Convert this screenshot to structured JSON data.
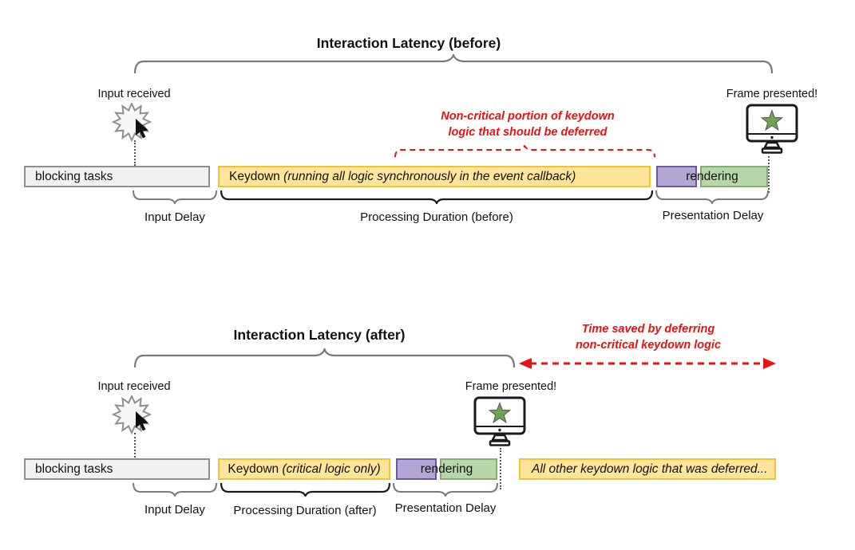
{
  "colors": {
    "accent_red": "#e51313",
    "yellow_fill": "#ffe599",
    "yellow_border": "#f1c232",
    "purple_fill": "#b3a6d5",
    "purple_border": "#68589d",
    "green_fill": "#b6d7a8",
    "green_border": "#8aa977",
    "gray_fill": "#f1f1f1",
    "gray_border": "#8e8e8e"
  },
  "before": {
    "title": "Interaction Latency (before)",
    "input_received_label": "Input received",
    "frame_presented_label": "Frame presented!",
    "annotation_line1": "Non-critical portion of keydown",
    "annotation_line2": "logic that should be deferred",
    "bars": {
      "blocking_tasks": "blocking tasks",
      "keydown_prefix": "Keydown ",
      "keydown_detail": "(running all logic synchronously in the event callback)",
      "rendering": "rendering"
    },
    "braces": {
      "input_delay": "Input Delay",
      "processing_duration": "Processing Duration (before)",
      "presentation_delay": "Presentation Delay"
    }
  },
  "after": {
    "title": "Interaction Latency (after)",
    "input_received_label": "Input received",
    "frame_presented_label": "Frame presented!",
    "annotation_line1": "Time saved by deferring",
    "annotation_line2": "non-critical keydown logic",
    "bars": {
      "blocking_tasks": "blocking tasks",
      "keydown_prefix": "Keydown ",
      "keydown_detail": "(critical logic only)",
      "rendering": "rendering",
      "deferred": "All other keydown logic that was deferred..."
    },
    "braces": {
      "input_delay": "Input Delay",
      "processing_duration": "Processing Duration (after)",
      "presentation_delay": "Presentation Delay"
    }
  }
}
